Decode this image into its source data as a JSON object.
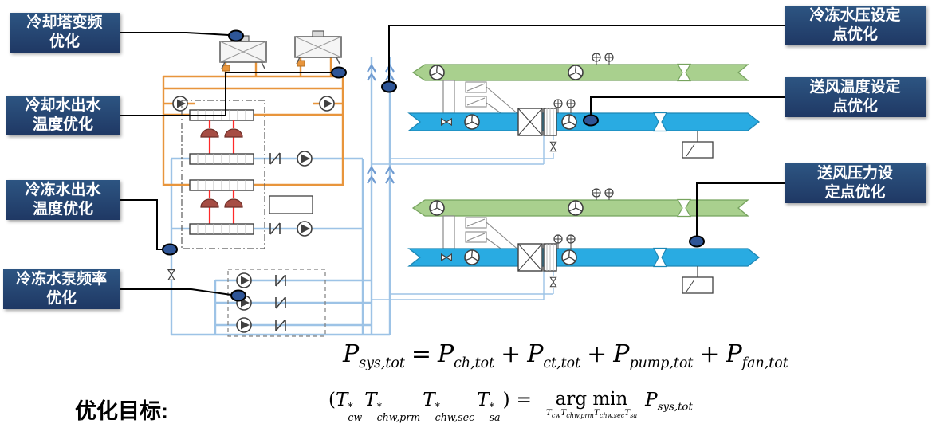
{
  "callouts": {
    "left": [
      {
        "line1": "冷却塔变频",
        "line2": "优化"
      },
      {
        "line1": "冷却水出水",
        "line2": "温度优化"
      },
      {
        "line1": "冷冻水出水",
        "line2": "温度优化"
      },
      {
        "line1": "冷冻水泵频率",
        "line2": "优化"
      }
    ],
    "right": [
      {
        "line1": "冷冻水压设定",
        "line2": "点优化"
      },
      {
        "line1": "送风温度设定",
        "line2": "点优化"
      },
      {
        "line1": "送风压力设",
        "line2": "定点优化"
      }
    ]
  },
  "footer": {
    "objective_label": "优化目标:"
  },
  "formula1": {
    "terms": [
      {
        "base": "P",
        "sub": "sys,tot"
      },
      {
        "op": "="
      },
      {
        "base": "P",
        "sub": "ch,tot"
      },
      {
        "op": "+"
      },
      {
        "base": "P",
        "sub": "ct,tot"
      },
      {
        "op": "+"
      },
      {
        "base": "P",
        "sub": "pump,tot"
      },
      {
        "op": "+"
      },
      {
        "base": "P",
        "sub": "fan,tot"
      }
    ]
  },
  "formula2": {
    "open": "(",
    "terms": [
      {
        "base": "T",
        "sup": "*",
        "sub": "cw"
      },
      {
        "base": "T",
        "sup": "*",
        "sub": "chw,prm"
      },
      {
        "base": "T",
        "sup": "*",
        "sub": "chw,sec"
      },
      {
        "base": "T",
        "sup": "*",
        "sub": "sa"
      }
    ],
    "close": ")",
    "equals": "=",
    "operator": "arg min",
    "operator_subscript": [
      {
        "base": "T",
        "sub": "cw"
      },
      {
        "base": "T",
        "sub": "chw,prm"
      },
      {
        "base": "T",
        "sub": "chw,sec"
      },
      {
        "base": "T",
        "sub": "sa"
      }
    ],
    "result": {
      "base": "P",
      "sub": "sys,tot"
    }
  },
  "colors": {
    "label_background": "#1f3864",
    "label_text": "#ffffff",
    "callout_point_fill": "#2e5597",
    "callout_line": "#000000",
    "condenser_water_pipe": "#e8953c",
    "chilled_water_pipe": "#9dc3e6",
    "supply_air_duct": "#29abe2",
    "return_air_duct": "#a9d08e",
    "refrigerant_pipe": "#ff2a2a"
  },
  "icons": {
    "pump-icon": "circle with filled triangle",
    "fan-icon": "circle with curved blades",
    "check-valve-icon": "N-shaped check valve",
    "valve-icon": "bowtie valve",
    "sensor-icon": "circle with plus",
    "flow-chevron-icon": "upward double chevron"
  }
}
